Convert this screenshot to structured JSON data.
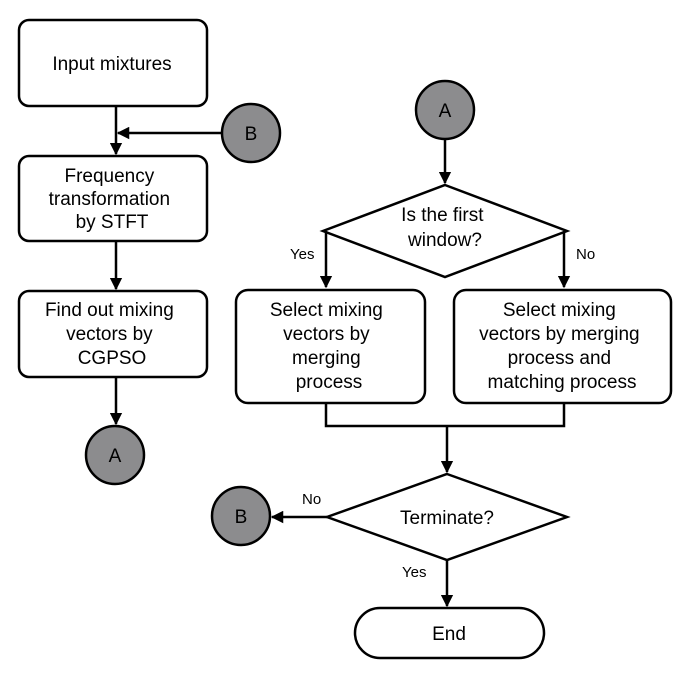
{
  "nodes": {
    "input_mixtures": {
      "lines": [
        "Input mixtures"
      ]
    },
    "frequency_transformation": {
      "lines": [
        "Frequency",
        "transformation",
        "by STFT"
      ]
    },
    "find_mixing_vectors": {
      "lines": [
        "Find out mixing",
        "vectors by",
        "CGPSO"
      ]
    },
    "connector_a_left": {
      "label": "A"
    },
    "connector_b_top": {
      "label": "B"
    },
    "connector_a_top": {
      "label": "A"
    },
    "first_window_decision": {
      "lines": [
        "Is the first",
        "window?"
      ]
    },
    "select_merging": {
      "lines": [
        "Select  mixing",
        "vectors by",
        "merging",
        "process"
      ]
    },
    "select_merging_matching": {
      "lines": [
        "Select  mixing",
        "vectors by merging",
        "process and",
        "matching process"
      ]
    },
    "terminate_decision": {
      "lines": [
        "Terminate?"
      ]
    },
    "connector_b_bottom": {
      "label": "B"
    },
    "end": {
      "lines": [
        "End"
      ]
    }
  },
  "edge_labels": {
    "yes_first": "Yes",
    "no_first": "No",
    "no_terminate": "No",
    "yes_terminate": "Yes"
  },
  "colors": {
    "connector_fill": "#8c8c8e",
    "stroke": "#000000",
    "box_fill": "#ffffff"
  }
}
